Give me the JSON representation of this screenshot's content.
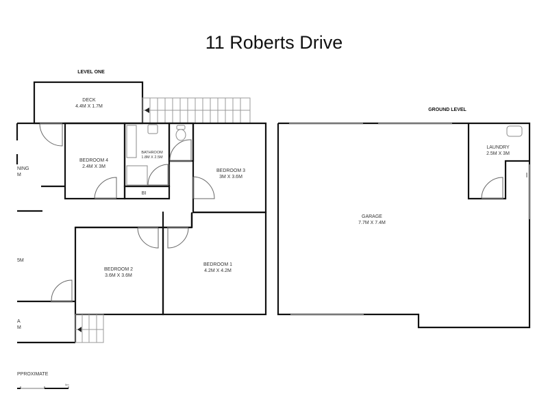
{
  "title": "11 Roberts Drive",
  "levels": {
    "level_one": "LEVEL ONE",
    "ground_level": "GROUND LEVEL"
  },
  "rooms": {
    "deck": {
      "name": "DECK",
      "size": "4.4M X 1.7M"
    },
    "bedroom4": {
      "name": "BEDROOM 4",
      "size": "2.4M X 3M"
    },
    "bathroom": {
      "name": "BATHROOM",
      "size": "1.8M X 2.5M"
    },
    "bi": {
      "name": "BI"
    },
    "bedroom3": {
      "name": "BEDROOM 3",
      "size": "3M X 3.6M"
    },
    "bedroom2": {
      "name": "BEDROOM 2",
      "size": "3.6M X 3.6M"
    },
    "bedroom1": {
      "name": "BEDROOM 1",
      "size": "4.2M X 4.2M"
    },
    "dining_partial": {
      "name": "NING",
      "size": "M"
    },
    "room_partial_mid": {
      "size": "5M"
    },
    "room_partial_low": {
      "name": "A",
      "size": "M"
    },
    "garage": {
      "name": "GARAGE",
      "size": "7.7M X 7.4M"
    },
    "laundry": {
      "name": "LAUNDRY",
      "size": "2.5M X 3M"
    }
  },
  "footer": {
    "disclaimer": "PPROXIMATE",
    "scale_label": "5m"
  },
  "colors": {
    "wall": "#111111",
    "background": "#ffffff"
  }
}
